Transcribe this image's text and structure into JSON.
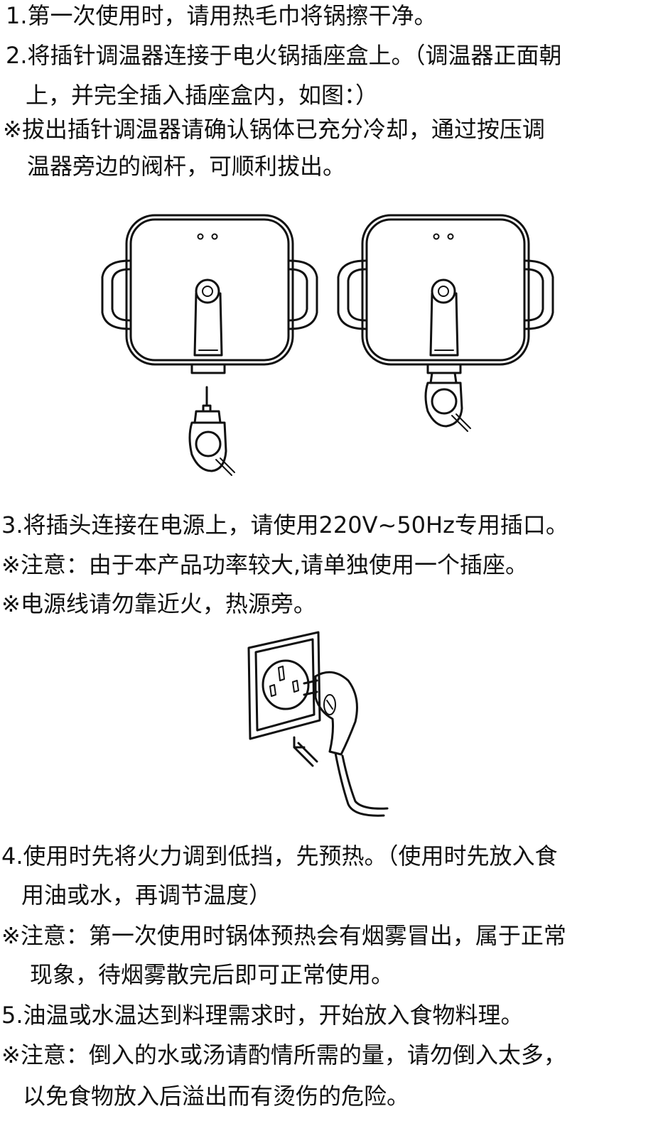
{
  "section1": {
    "line1": "1.第一次使用时，请用热毛巾将锅擦干净。",
    "line2": "2.将插针调温器连接于电火锅插座盒上。（调温器正面朝",
    "line3": "上，并完全插入插座盒内，如图：）",
    "line4": "※拔出插针调温器请确认锅体已充分冷却，通过按压调",
    "line5": "温器旁边的阀杆，可顺利拔出。"
  },
  "section3": {
    "line1": "3.将插头连接在电源上，请使用220V~50Hz专用插口。",
    "line2": "※注意：由于本产品功率较大,请单独使用一个插座。",
    "line3": "※电源线请勿靠近火，热源旁。"
  },
  "section4": {
    "line1": "4.使用时先将火力调到低挡，先预热。（使用时先放入食",
    "line2": "用油或水，再调节温度）",
    "line3": "※注意：第一次使用时锅体预热会有烟雾冒出，属于正常",
    "line4": "现象，待烟雾散完后即可正常使用。"
  },
  "section5": {
    "line1": "5.油温或水温达到料理需求时，开始放入食物料理。",
    "line2": "※注意：倒入的水或汤请酌情所需的量，请勿倒入太多，",
    "line3": "以免食物放入后溢出而有烫伤的危险。"
  }
}
